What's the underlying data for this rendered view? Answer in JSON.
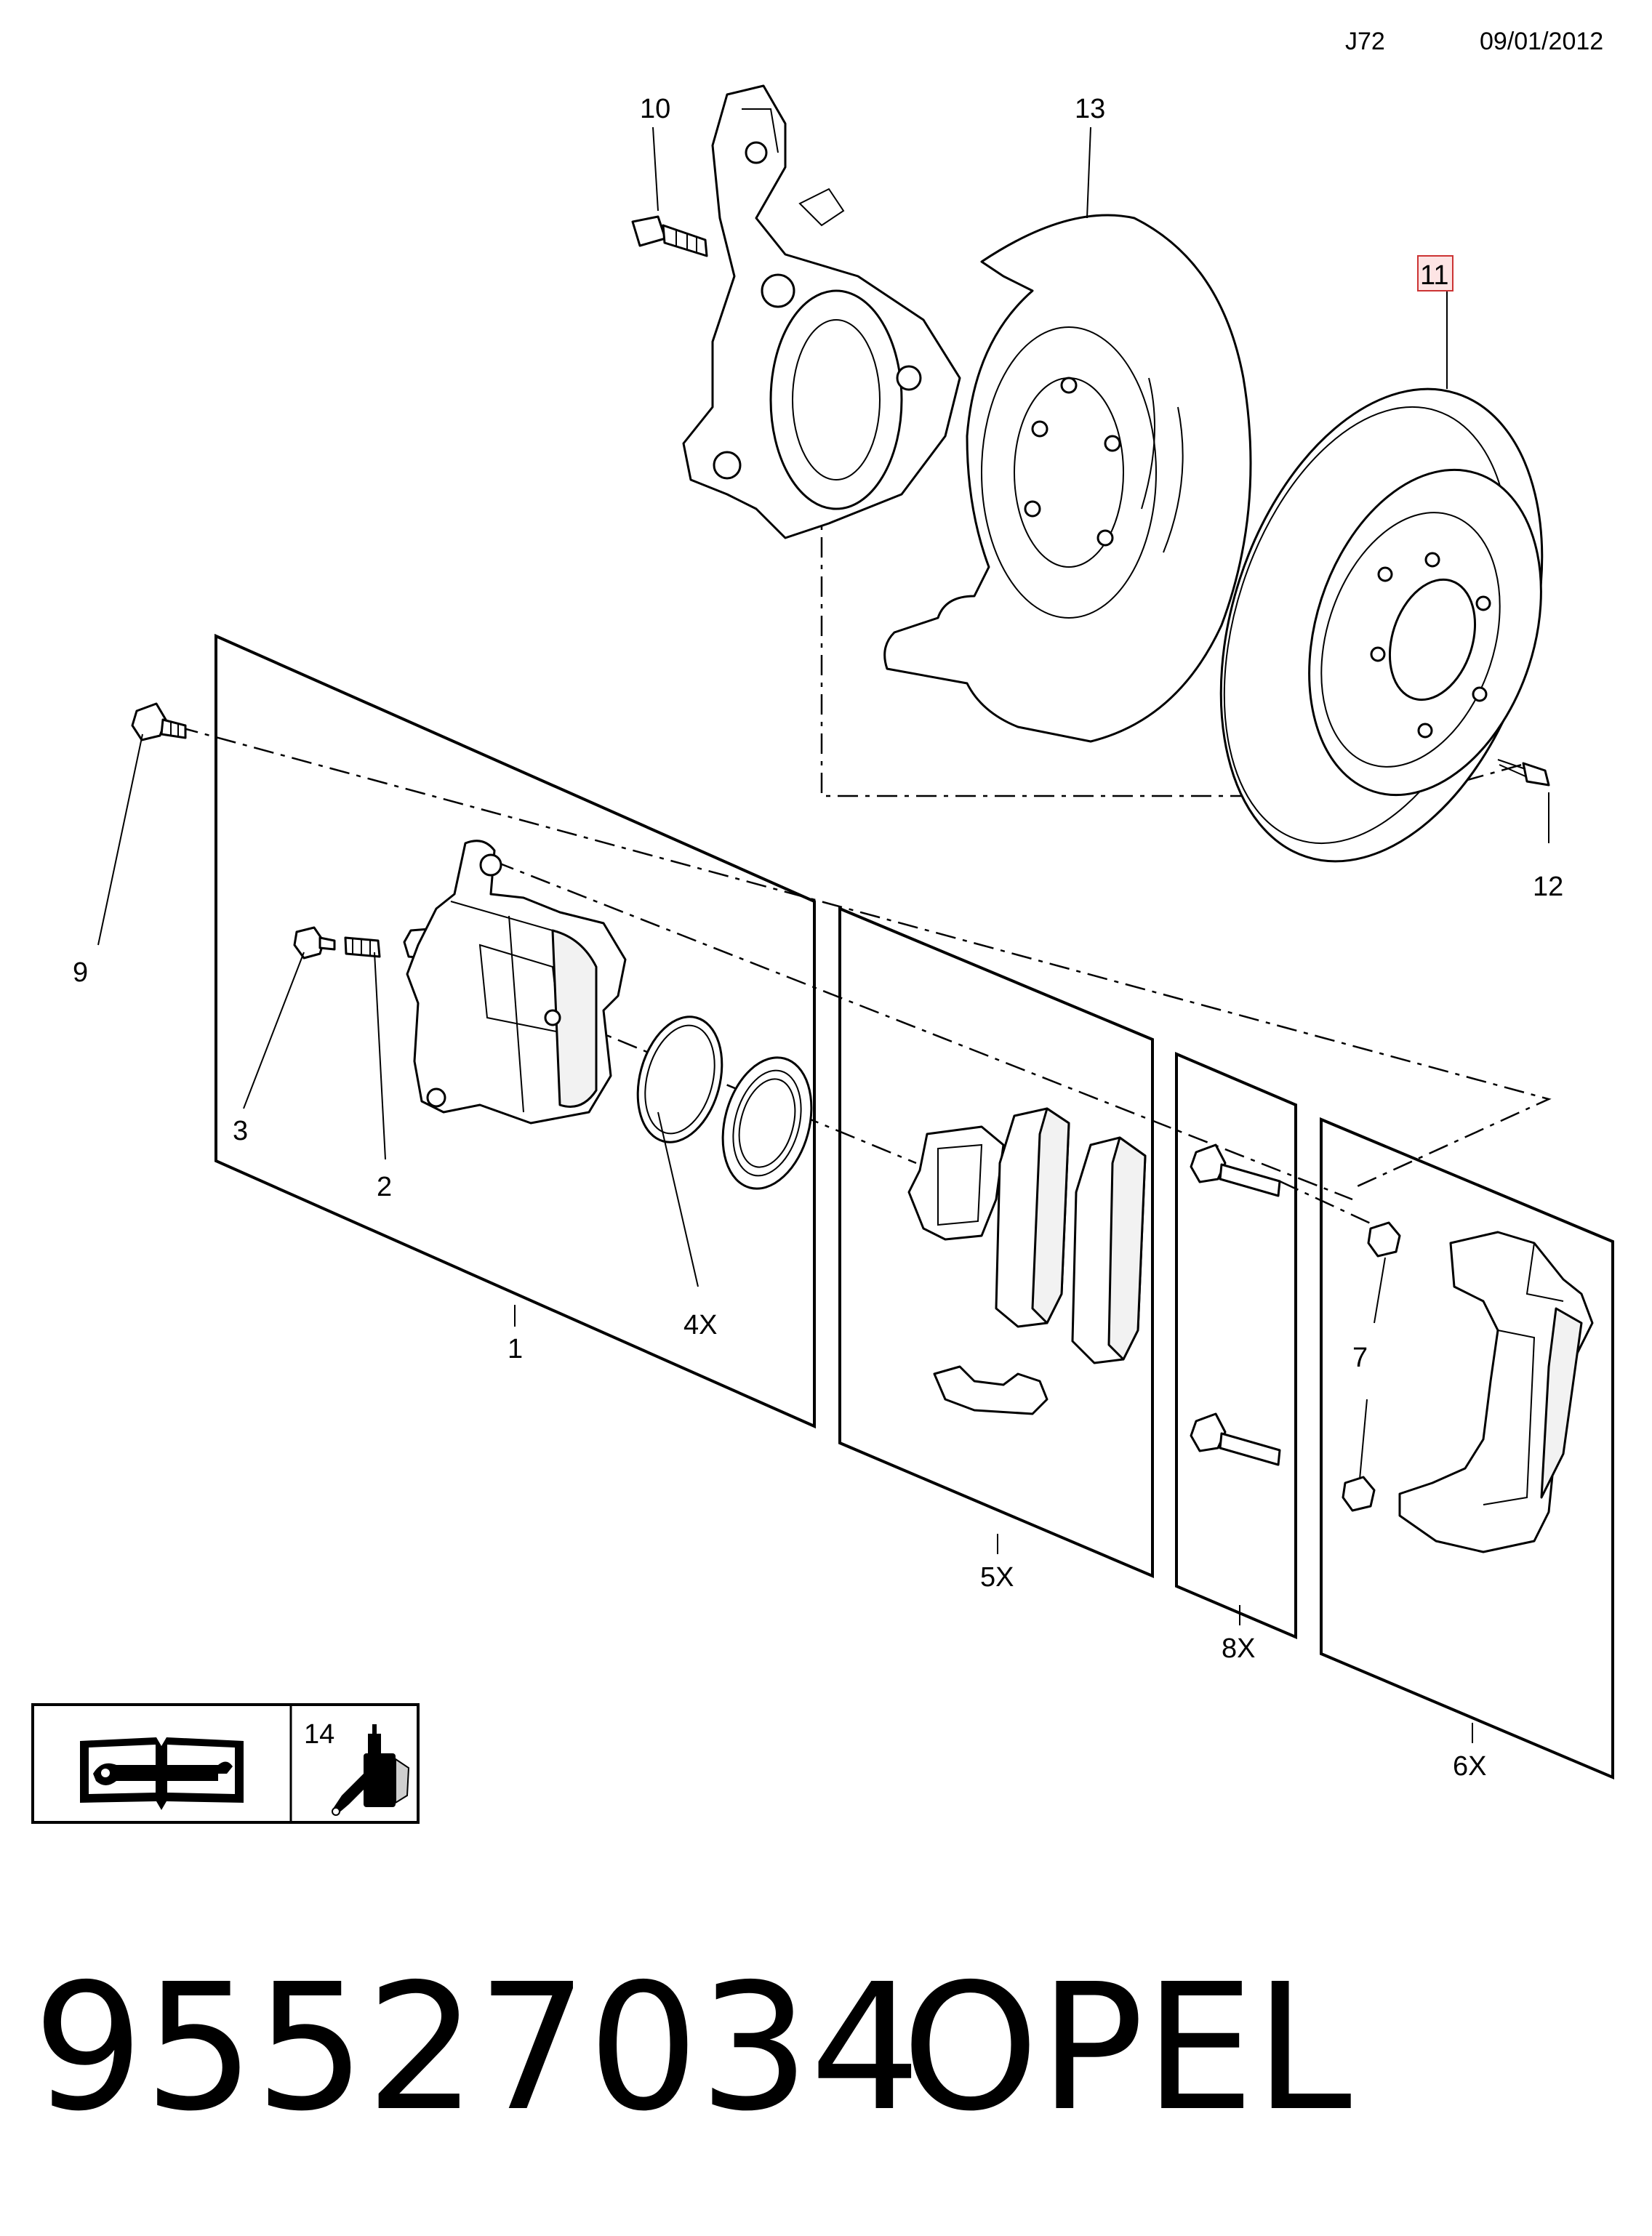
{
  "header": {
    "code": "J72",
    "date": "09/01/2012"
  },
  "callouts": {
    "c1": "1",
    "c2": "2",
    "c3": "3",
    "c4x": "4X",
    "c5x": "5X",
    "c6x": "6X",
    "c7": "7",
    "c8x": "8X",
    "c9": "9",
    "c10": "10",
    "c11": "11",
    "c12": "12",
    "c13": "13",
    "c14": "14"
  },
  "colors": {
    "line": "#000000",
    "highlight_box": "#cc3333",
    "highlight_fill": "#fde4e4"
  },
  "icons": {
    "manual": "service-manual-icon",
    "adhesive": "threadlocker-bottle-icon"
  },
  "footer": {
    "part_number": "95527034",
    "brand": "OPEL"
  }
}
